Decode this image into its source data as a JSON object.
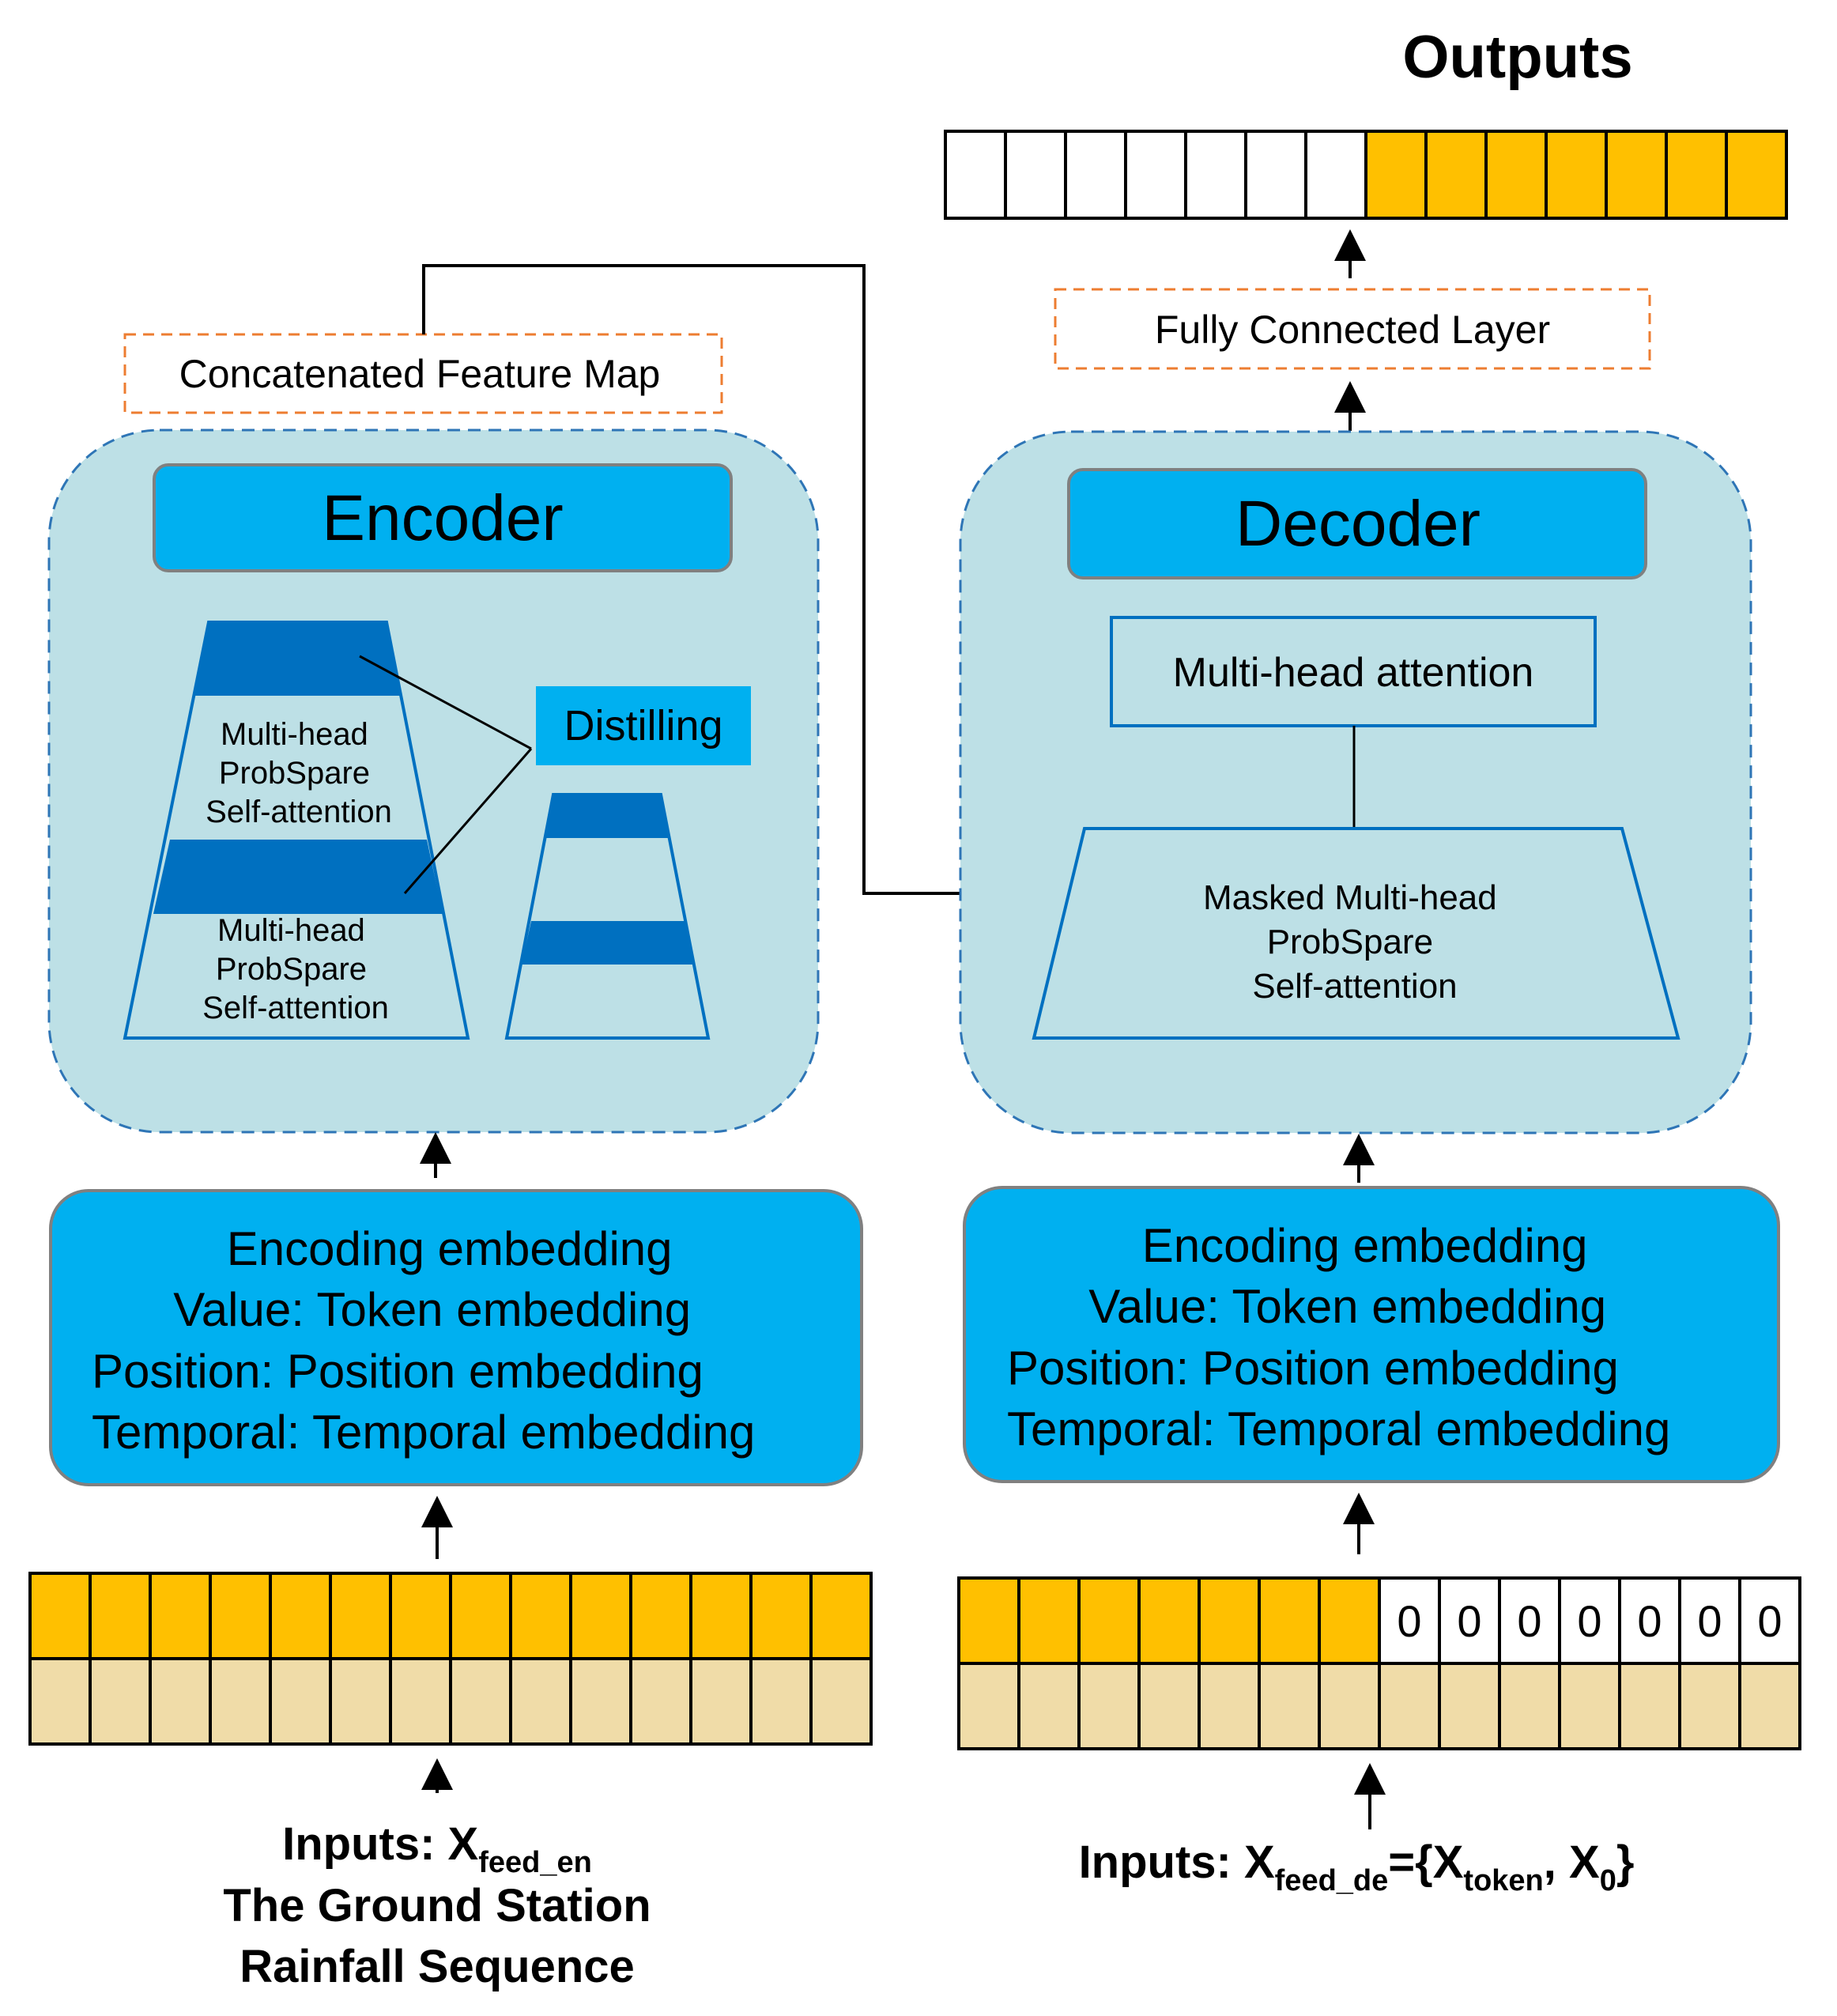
{
  "colors": {
    "panel_fill": "#bde0e6",
    "panel_border": "#2e75b6",
    "header_fill": "#00b0f0",
    "embed_fill": "#00b0f0",
    "dark_blue": "#0070c0",
    "gold": "#ffc000",
    "tan": "#f0dca8",
    "dashed_orange": "#ed7d31"
  },
  "outputs": {
    "title": "Outputs",
    "filled_cells": 7,
    "total_cells": 14
  },
  "fc_layer": {
    "label": "Fully Connected Layer"
  },
  "concat": {
    "label": "Concatenated Feature Map"
  },
  "encoder": {
    "title": "Encoder",
    "block1": [
      "Multi-head",
      "ProbSpare",
      "Self-attention"
    ],
    "block2": [
      "Multi-head",
      "ProbSpare",
      "Self-attention"
    ],
    "distilling": "Distilling"
  },
  "decoder": {
    "title": "Decoder",
    "mha": "Multi-head attention",
    "masked": [
      "Masked Multi-head",
      "ProbSpare",
      "Self-attention"
    ]
  },
  "embedding": {
    "lines": [
      "Encoding embedding",
      "Value: Token embedding",
      "Position: Position embedding",
      "Temporal: Temporal embedding"
    ]
  },
  "enc_input": {
    "cells": 14,
    "caption_prefix": "Inputs: X",
    "caption_sub": "feed_en",
    "caption_line2": "The Ground Station",
    "caption_line3": "Rainfall Sequence"
  },
  "dec_input": {
    "cells": 14,
    "gold_cells": 7,
    "zero_label": "0",
    "caption_prefix": "Inputs: X",
    "caption_sub1": "feed_de",
    "caption_mid1": "={X",
    "caption_sub2": "token",
    "caption_mid2": ", X",
    "caption_sub3": "0",
    "caption_end": "}"
  }
}
